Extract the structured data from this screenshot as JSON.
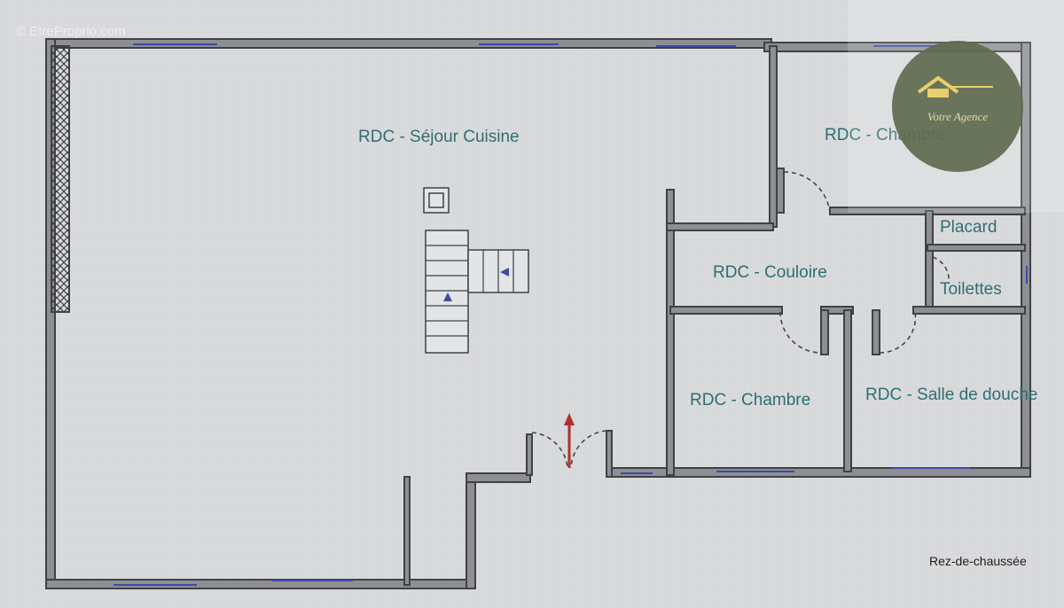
{
  "watermark": "© EtreProprio.com",
  "logo": {
    "text": "Votre Agence",
    "icon": "house-roof-icon",
    "color": "#5e6a4f",
    "accent": "#e8cf6a"
  },
  "rooms": {
    "sejour": "RDC - Séjour Cuisine",
    "chambre_top": "RDC - Chambre",
    "placard": "Placard",
    "couloir": "RDC - Couloire",
    "toilettes": "Toilettes",
    "chambre_bottom": "RDC - Chambre",
    "salle_douche": "RDC - Salle de douche"
  },
  "level": "Rez-de-chaussée",
  "colors": {
    "wall": "#8d8f94",
    "window": "#3d4aa8",
    "entry_arrow": "#b0302a",
    "label": "#2f6e70"
  }
}
